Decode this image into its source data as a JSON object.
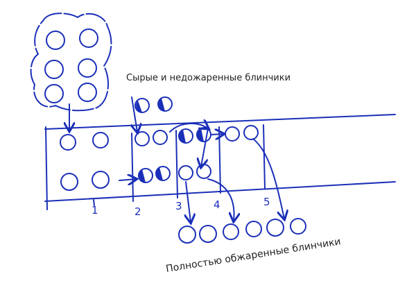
{
  "labels": {
    "raw": "Сырые и недожаренные блинчики",
    "done": "Полностью обжаренные блинчики"
  },
  "stations": [
    "1",
    "2",
    "3",
    "4",
    "5"
  ],
  "colors": {
    "ink": "#1a2fb8",
    "text": "#222222"
  }
}
